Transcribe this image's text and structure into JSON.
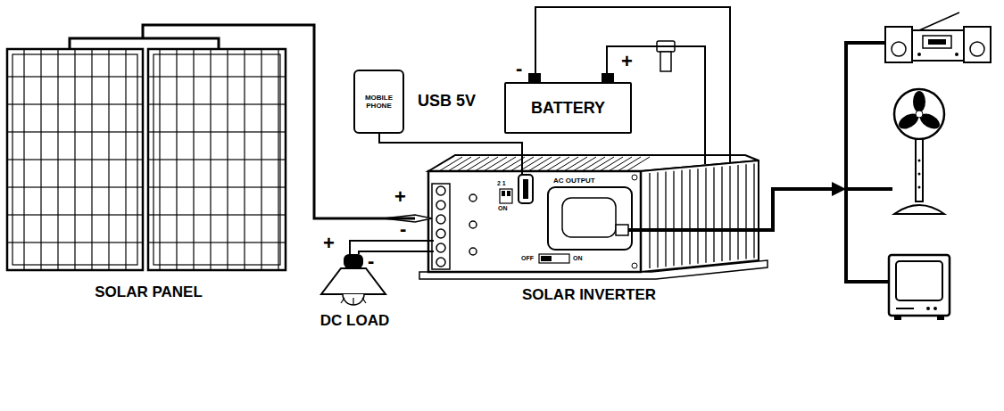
{
  "diagram": {
    "nodes": [
      {
        "text": [
          "SOLAR PANEL"
        ]
      },
      {
        "text": [
          "MOBILE PHONE"
        ]
      },
      {
        "text": [
          "BATTERY"
        ]
      },
      {
        "text": [
          "SOLAR INVERTER"
        ]
      },
      {
        "text": [
          "DC LOAD"
        ]
      }
    ],
    "edges": [
      {
        "from": 0,
        "to": 3,
        "arrow": "none"
      },
      {
        "from": 1,
        "to": 3,
        "label": "USB 5V",
        "arrow": "none"
      },
      {
        "from": 2,
        "to": 3,
        "arrow": "none"
      },
      {
        "from": 2,
        "to": 3,
        "arrow": "none"
      },
      {
        "from": 4,
        "to": 3,
        "arrow": "none"
      },
      {
        "from": 4,
        "to": 3,
        "arrow": "none"
      }
    ],
    "labels": [
      "+",
      "-",
      "-",
      "+",
      "+",
      "-",
      "2 1",
      "ON",
      "AC OUTPUT",
      "OFF",
      "ON"
    ]
  }
}
